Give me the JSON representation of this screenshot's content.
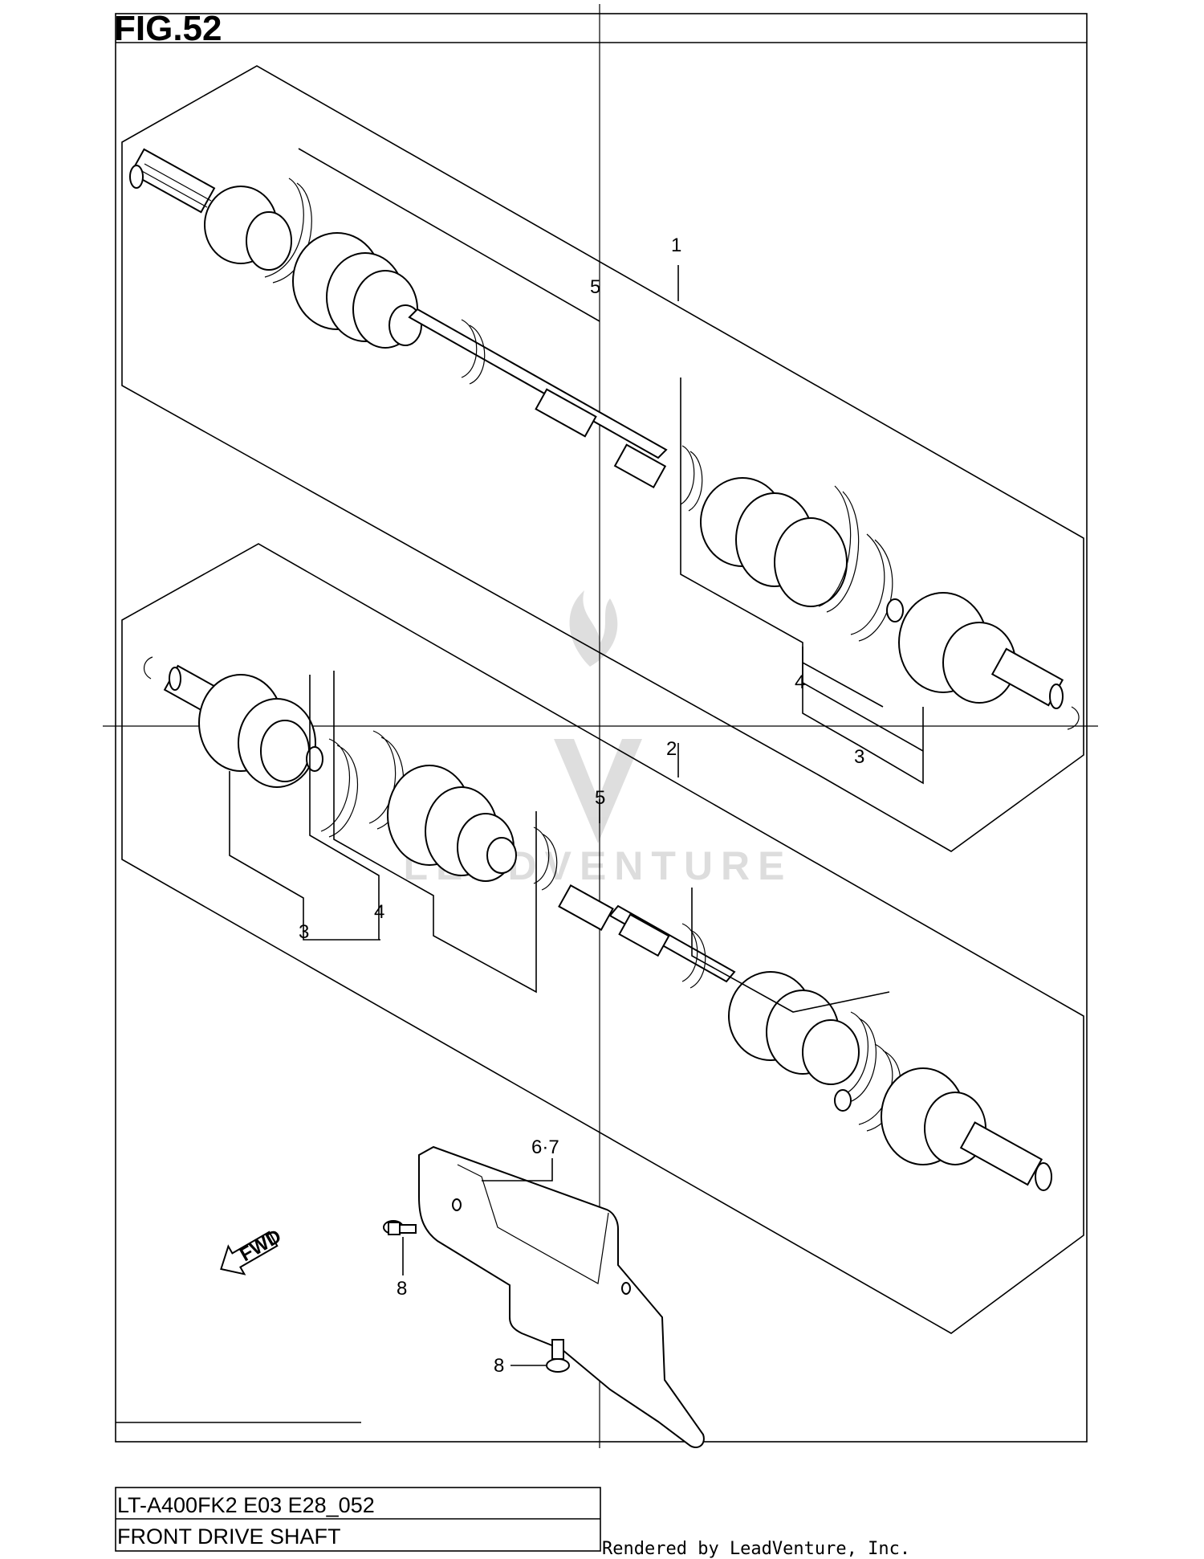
{
  "figure": {
    "title": "FIG.52"
  },
  "callouts": {
    "c1": "1",
    "c2": "2",
    "c3a": "3",
    "c3b": "3",
    "c4a": "4",
    "c4b": "4",
    "c5a": "5",
    "c5b": "5",
    "c67": "6·7",
    "c8a": "8",
    "c8b": "8"
  },
  "fwd_label": "FWD",
  "watermark": "LEADVENTURE",
  "title_box": {
    "model": "LT-A400FK2 E03 E28_052",
    "name": "FRONT DRIVE SHAFT"
  },
  "credit": "Rendered by LeadVenture, Inc."
}
